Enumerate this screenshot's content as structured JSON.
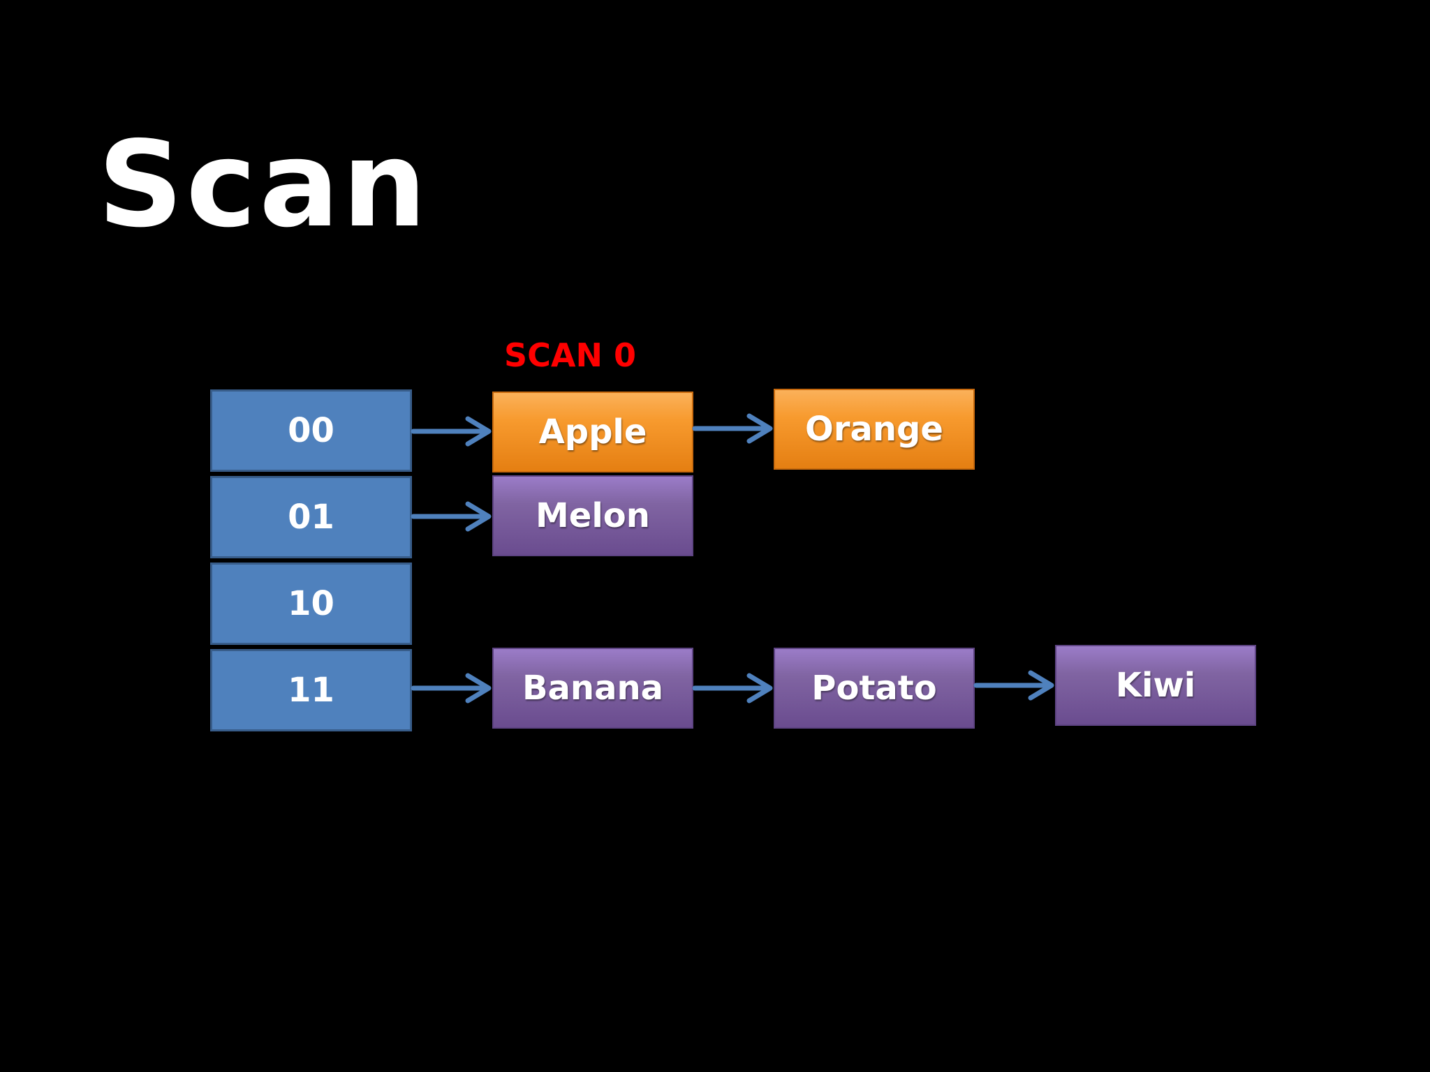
{
  "title": "Scan",
  "scan_label": "SCAN 0",
  "colors": {
    "background": "#000000",
    "bucket": "#4f81bd",
    "highlight_node": "#f79646",
    "node": "#8064a2",
    "arrow": "#4f81bd",
    "scan_label": "#ff0000"
  },
  "buckets": [
    {
      "label": "00"
    },
    {
      "label": "01"
    },
    {
      "label": "10"
    },
    {
      "label": "11"
    }
  ],
  "chains": {
    "bucket_00": [
      "Apple",
      "Orange"
    ],
    "bucket_01": [
      "Melon"
    ],
    "bucket_10": [],
    "bucket_11": [
      "Banana",
      "Potato",
      "Kiwi"
    ]
  }
}
